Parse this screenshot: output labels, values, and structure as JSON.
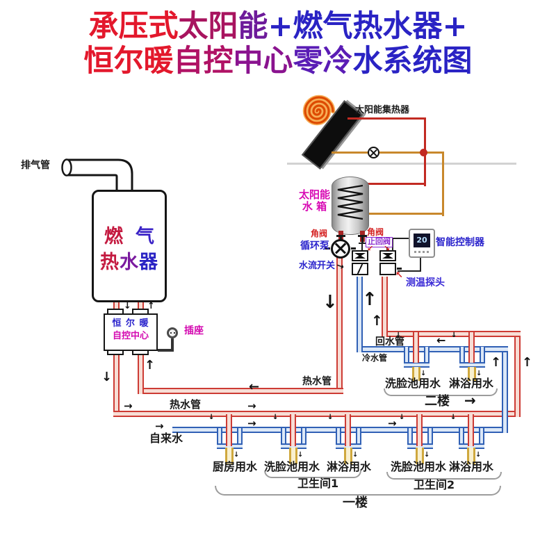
{
  "title": {
    "line1_parts": [
      {
        "t": "承压式",
        "c": "#e3182c"
      },
      {
        "t": "太阳",
        "c": "#a8145f"
      },
      {
        "t": "能",
        "c": "#6d1a9a"
      },
      {
        "t": "+燃气热水器+",
        "c": "#2a23c4"
      }
    ],
    "line2_parts": [
      {
        "t": "恒尔暖",
        "c": "#e3182c"
      },
      {
        "t": "自控",
        "c": "#b01265"
      },
      {
        "t": "中心",
        "c": "#8a138f"
      },
      {
        "t": "零冷",
        "c": "#5a1cb5"
      },
      {
        "t": "水系统图",
        "c": "#2a23c4"
      }
    ]
  },
  "collector": {
    "label": "太阳能集热器"
  },
  "tank": {
    "label_line1": "太阳能",
    "label_line2": "水 箱"
  },
  "heater": {
    "exhaust_label": "排气管",
    "name_line1_parts": [
      {
        "t": "燃",
        "c": "#c41a40"
      },
      {
        "t": "气",
        "c": "#3a22c6"
      }
    ],
    "name_line2_parts": [
      {
        "t": "热",
        "c": "#c41a40"
      },
      {
        "t": "水",
        "c": "#7a1a9f"
      },
      {
        "t": "器",
        "c": "#2a23c4"
      }
    ]
  },
  "control_center": {
    "line1": "恒 尔 暖",
    "line2": "自控中心",
    "socket_label": "插座"
  },
  "controller": {
    "label": "智能控制器",
    "screen_value": "20"
  },
  "valves": {
    "angle_left": "角阀",
    "angle_right": "角阀",
    "pump": "循环泵",
    "check": "止回阀",
    "flow_switch": "水流开关",
    "temp_probe": "测温探头"
  },
  "pipes": {
    "hot_upper": "热水管",
    "hot_lower": "热水管",
    "return": "回水管",
    "cold": "冷水管",
    "tap": "自来水"
  },
  "floors": {
    "second": "二楼",
    "first": "一楼",
    "bathroom1": "卫生间1",
    "bathroom2": "卫生间2"
  },
  "fixtures_floor2": [
    {
      "label": "洗脸池用水"
    },
    {
      "label": "淋浴用水"
    }
  ],
  "fixtures_floor1": [
    {
      "label": "厨房用水"
    },
    {
      "label": "洗脸池用水"
    },
    {
      "label": "淋浴用水"
    },
    {
      "label": "洗脸池用水"
    },
    {
      "label": "淋浴用水"
    }
  ],
  "symbols": {
    "up": "↑",
    "down": "↓",
    "left": "←",
    "right": "→",
    "up_left": "↖",
    "down_left": "↙",
    "down_right": "↘"
  },
  "colors": {
    "hot_pipe": "#cd3b34",
    "cold_pipe": "#3060b5",
    "faucet": "#cfa83d",
    "label_blue": "#2a23cc",
    "label_magenta": "#d40ab0",
    "label_red": "#d42020",
    "label_purple": "#8a2bd0",
    "sun": "#e2590a"
  }
}
